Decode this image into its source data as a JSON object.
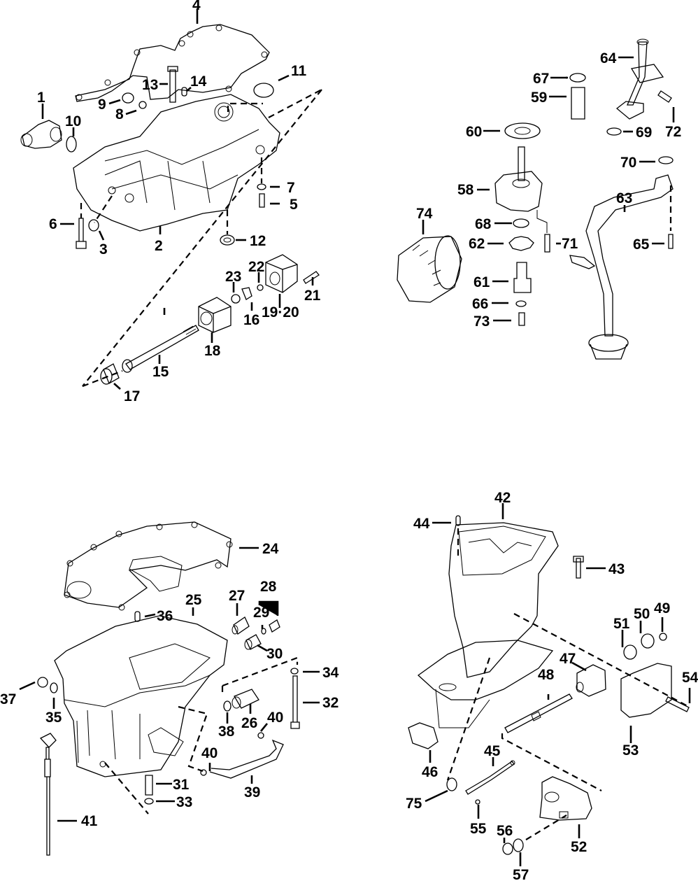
{
  "figure": {
    "type": "exploded parts diagram",
    "background": "#ffffff",
    "ink": "#000000",
    "panels": [
      {
        "id": "upper-left",
        "subject": "crankcase / oil pan assembly with gasket",
        "callouts": [
          "1",
          "2",
          "3",
          "4",
          "5",
          "6",
          "7",
          "8",
          "9",
          "10",
          "11",
          "12",
          "13",
          "14",
          "15",
          "16",
          "17",
          "18",
          "19·20",
          "21",
          "22",
          "23"
        ]
      },
      {
        "id": "upper-right",
        "subject": "oil pump, oil filter and oil strainer",
        "callouts": [
          "58",
          "59",
          "60",
          "61",
          "62",
          "63",
          "64",
          "65",
          "66",
          "67",
          "68",
          "69",
          "70",
          "71",
          "72",
          "73",
          "74"
        ]
      },
      {
        "id": "lower-left",
        "subject": "oil pan with gasket, dipstick and hose",
        "callouts": [
          "24",
          "25",
          "26",
          "27",
          "28",
          "29",
          "30",
          "31",
          "32",
          "33",
          "34",
          "35",
          "36",
          "37",
          "38",
          "39",
          "40",
          "40",
          "41"
        ]
      },
      {
        "id": "lower-right",
        "subject": "drive shaft housing and mounts",
        "callouts": [
          "42",
          "43",
          "44",
          "45",
          "46",
          "47",
          "48",
          "49",
          "50",
          "51",
          "52",
          "53",
          "54",
          "55",
          "56",
          "57",
          "75"
        ]
      }
    ]
  },
  "labels": {
    "l1": "1",
    "l2": "2",
    "l3": "3",
    "l4": "4",
    "l5": "5",
    "l6": "6",
    "l7": "7",
    "l8": "8",
    "l9": "9",
    "l10": "10",
    "l11": "11",
    "l12": "12",
    "l13": "13",
    "l14": "14",
    "l15": "15",
    "l16": "16",
    "l17": "17",
    "l18": "18",
    "l1920": "19·20",
    "l21": "21",
    "l22": "22",
    "l23": "23",
    "l24": "24",
    "l25": "25",
    "l26": "26",
    "l27": "27",
    "l28": "28",
    "l29": "29",
    "l30": "30",
    "l31": "31",
    "l32": "32",
    "l33": "33",
    "l34": "34",
    "l35": "35",
    "l36": "36",
    "l37": "37",
    "l38": "38",
    "l39": "39",
    "l40a": "40",
    "l40b": "40",
    "l41": "41",
    "l42": "42",
    "l43": "43",
    "l44": "44",
    "l45": "45",
    "l46": "46",
    "l47": "47",
    "l48": "48",
    "l49": "49",
    "l50": "50",
    "l51": "51",
    "l52": "52",
    "l53": "53",
    "l54": "54",
    "l55": "55",
    "l56": "56",
    "l57": "57",
    "l58": "58",
    "l59": "59",
    "l60": "60",
    "l61": "61",
    "l62": "62",
    "l63": "63",
    "l64": "64",
    "l65": "65",
    "l66": "66",
    "l67": "67",
    "l68": "68",
    "l69": "69",
    "l70": "70",
    "l71": "71",
    "l72": "72",
    "l73": "73",
    "l74": "74",
    "l75": "75"
  }
}
